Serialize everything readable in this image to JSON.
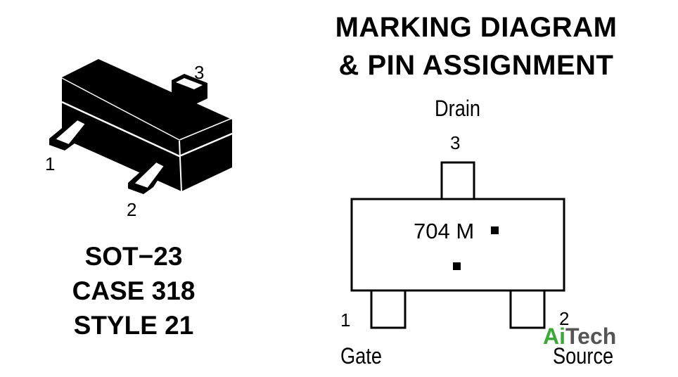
{
  "package": {
    "pin_labels": {
      "pin1": "1",
      "pin2": "2",
      "pin3": "3"
    },
    "caption": [
      "SOT−23",
      "CASE 318",
      "STYLE 21"
    ]
  },
  "marking": {
    "heading": [
      "MARKING DIAGRAM",
      "& PIN ASSIGNMENT"
    ],
    "pin3": {
      "name": "Drain",
      "number": "3"
    },
    "pin1": {
      "name": "Gate",
      "number": "1"
    },
    "pin2": {
      "name": "Source",
      "number": "2"
    },
    "code": "704 M"
  },
  "watermark": {
    "part1": "Ai",
    "part2": "Tech",
    "color1": "#3aa935",
    "color2": "#555555"
  }
}
